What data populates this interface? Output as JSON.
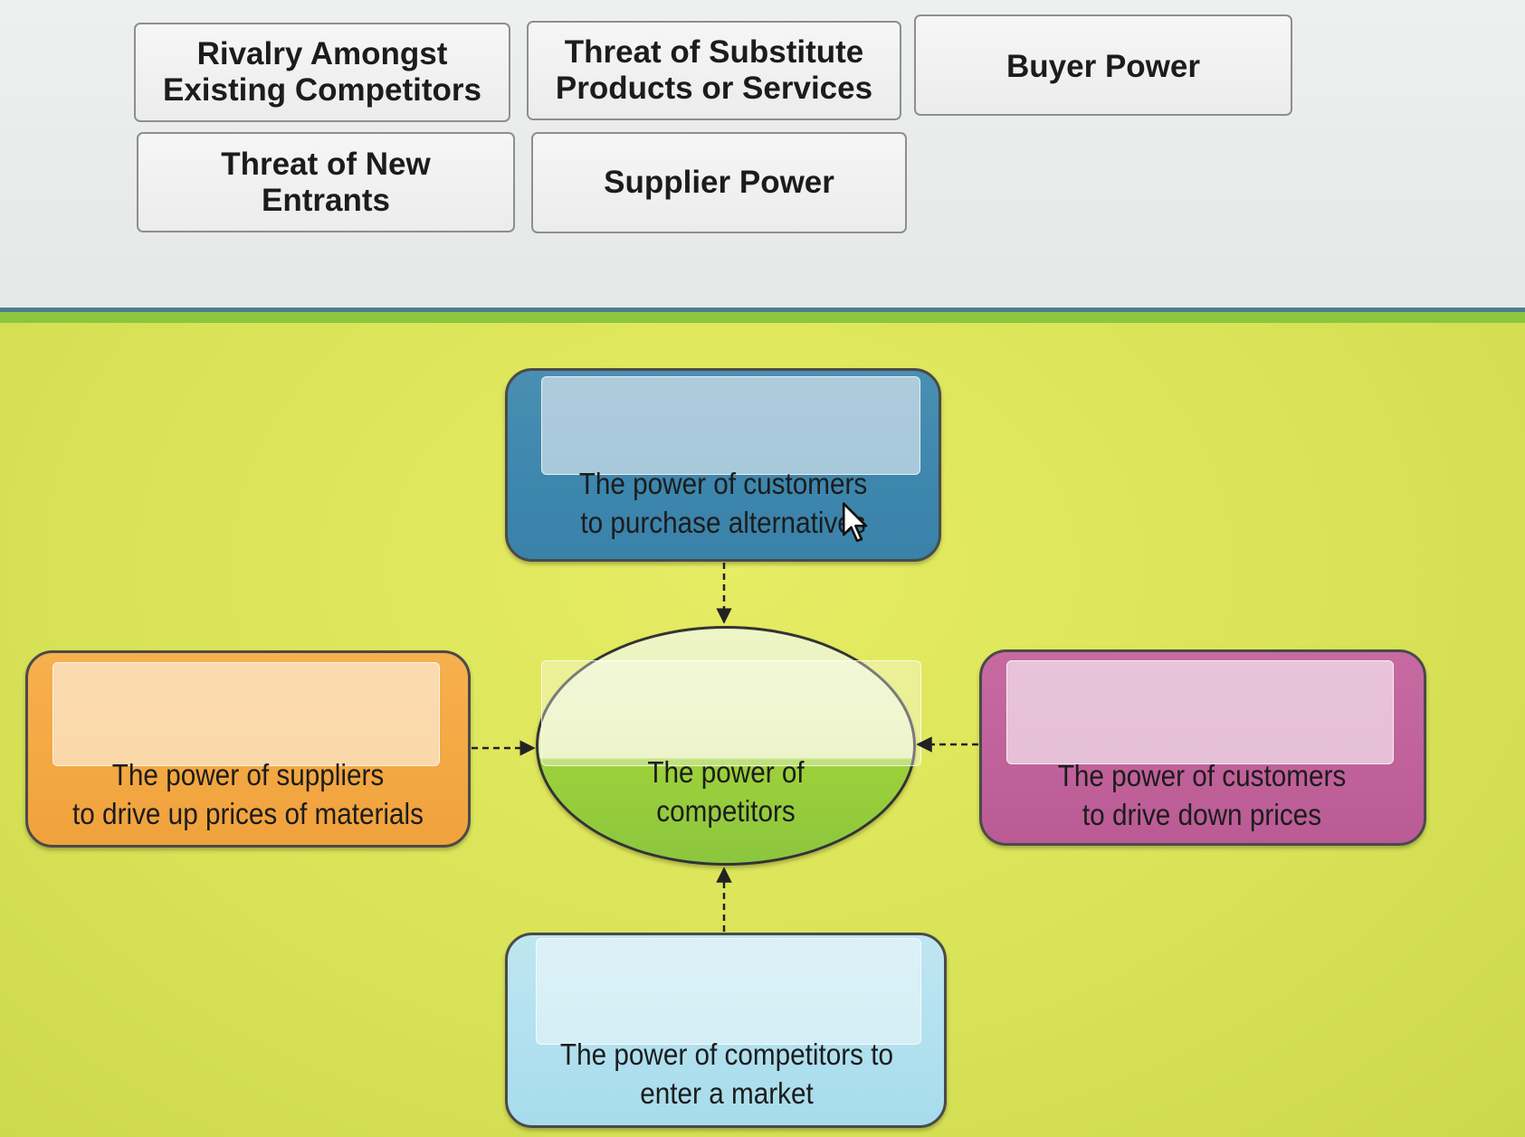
{
  "labels": [
    {
      "id": "rivalry",
      "text": "Rivalry Amongst\nExisting Competitors"
    },
    {
      "id": "substitutes",
      "text": "Threat of Substitute\nProducts or Services"
    },
    {
      "id": "buyer",
      "text": "Buyer Power"
    },
    {
      "id": "new-entrants",
      "text": "Threat of New\nEntrants"
    },
    {
      "id": "supplier",
      "text": "Supplier Power"
    }
  ],
  "diagram": {
    "top": {
      "description": "The power of customers\nto purchase alternatives"
    },
    "left": {
      "description": "The power of suppliers\nto drive up prices of materials"
    },
    "center": {
      "description": "The power of\ncompetitors"
    },
    "right": {
      "description": "The power of customers\nto drive down prices"
    },
    "bottom": {
      "description": "The power of competitors to\nenter a market"
    }
  },
  "colors": {
    "top_box": "#3d86ad",
    "left_box": "#f0a23c",
    "right_box": "#bb5b95",
    "bottom_box": "#a7dcec",
    "center": "#8cc63f",
    "board": "#d9e357"
  }
}
